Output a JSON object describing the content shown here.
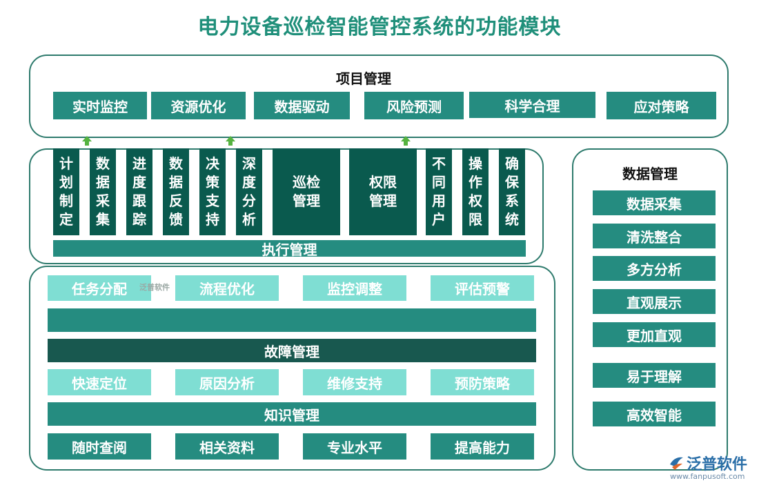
{
  "title": "电力设备巡检智能管控系统的功能模块",
  "project": {
    "label": "项目管理",
    "items": [
      "实时监控",
      "资源优化",
      "数据驱动",
      "风险预测",
      "科学合理",
      "应对策略"
    ]
  },
  "execution": {
    "label": "执行管理",
    "columns": [
      "计划制定",
      "数据采集",
      "进度跟踪",
      "数据反馈",
      "决策支持",
      "深度分析",
      "巡检管理",
      "权限管理",
      "不同用户",
      "操作权限",
      "确保系统"
    ]
  },
  "fault": {
    "row1": [
      "任务分配",
      "流程优化",
      "监控调整",
      "评估预警"
    ],
    "label": "故障管理",
    "row2": [
      "快速定位",
      "原因分析",
      "维修支持",
      "预防策略"
    ]
  },
  "knowledge": {
    "label": "知识管理",
    "items": [
      "随时查阅",
      "相关资料",
      "专业水平",
      "提高能力"
    ]
  },
  "data_mgmt": {
    "label": "数据管理",
    "items": [
      "数据采集",
      "清洗整合",
      "多方分析",
      "直观展示",
      "更加直观",
      "易于理解",
      "高效智能"
    ]
  },
  "watermark": "泛普软件",
  "logo": {
    "text": "泛普软件",
    "url": "www.fanpusoft.com"
  },
  "colors": {
    "title": "#1f8f7a",
    "primary": "#258c80",
    "dark": "#0a5a4e",
    "light": "#7fded3",
    "border": "#2d7a6c",
    "arrow": "#55b340"
  }
}
